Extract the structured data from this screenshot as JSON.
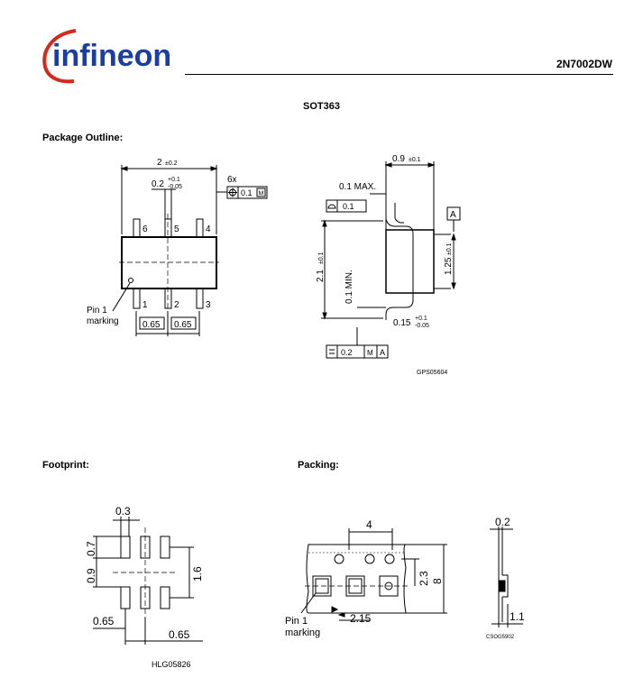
{
  "header": {
    "logo_text": "infineon",
    "part_number": "2N7002DW"
  },
  "package_name": "SOT363",
  "sections": {
    "outline": "Package Outline:",
    "footprint": "Footprint:",
    "packing": "Packing:"
  },
  "outline_top": {
    "width": "2",
    "width_tol": "±0.2",
    "lead_width": "0.2",
    "lead_tol_plus": "+0.1",
    "lead_tol_minus": "-0.05",
    "qty": "6x",
    "position_tol": "0.1",
    "modifier": "M",
    "pins_top": [
      "6",
      "5",
      "4"
    ],
    "pins_bottom": [
      "1",
      "2",
      "3"
    ],
    "pitch_left": "0.65",
    "pitch_right": "0.65",
    "pin1_line1": "Pin 1",
    "pin1_line2": "marking"
  },
  "outline_side": {
    "width": "0.9",
    "width_tol": "±0.1",
    "max_label": "0.1 MAX.",
    "flatness": "0.1",
    "datum": "A",
    "height": "2.1",
    "height_tol": "±0.1",
    "min_label": "0.1 MIN.",
    "body": "1.25",
    "body_tol": "±0.1",
    "lead_thk": "0.15",
    "lead_tol_plus": "+0.1",
    "lead_tol_minus": "-0.05",
    "fcf_value": "0.2",
    "fcf_mod": "M",
    "fcf_datum": "A",
    "drawing_id": "GPS05604"
  },
  "footprint": {
    "pad_w": "0.3",
    "pad_h1": "0.9",
    "pad_h2": "0.7",
    "span": "1.6",
    "gap": "0.65",
    "pitch": "0.65",
    "drawing_id": "HLG05826"
  },
  "packing": {
    "pitch": "4",
    "tape_width": "8",
    "offset": "2.3",
    "distance": "2.15",
    "pin1_line1": "Pin 1",
    "pin1_line2": "marking",
    "thickness": "0.2",
    "depth": "1.1",
    "drawing_id": "CSOG5902"
  },
  "colors": {
    "logo_red": "#d42a1c",
    "logo_blue": "#1a3ea1"
  }
}
